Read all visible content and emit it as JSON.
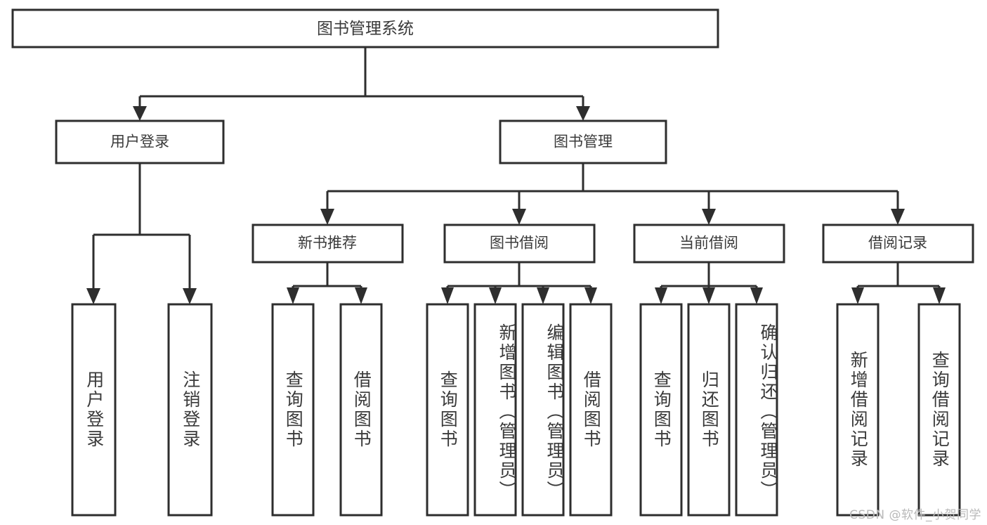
{
  "diagram": {
    "type": "tree",
    "title": "图书管理系统",
    "watermark": "CSDN @软件_小贺同学",
    "style": {
      "box_fill": "#ffffff",
      "box_stroke": "#2e2e2e",
      "text_color": "#3a3a3a",
      "background": "#ffffff",
      "watermark_color": "#b9b9b9"
    },
    "levels": {
      "root": {
        "label": "图书管理系统"
      },
      "level1": [
        {
          "id": "user-login",
          "label": "用户登录"
        },
        {
          "id": "book-management",
          "label": "图书管理"
        }
      ],
      "level2": [
        {
          "id": "new-book-recommend",
          "label": "新书推荐",
          "parent": "book-management"
        },
        {
          "id": "book-borrow",
          "label": "图书借阅",
          "parent": "book-management"
        },
        {
          "id": "current-borrow",
          "label": "当前借阅",
          "parent": "book-management"
        },
        {
          "id": "borrow-record",
          "label": "借阅记录",
          "parent": "book-management"
        }
      ],
      "leaves": [
        {
          "id": "leaf-user-login",
          "label": "用户登录",
          "parent": "user-login"
        },
        {
          "id": "leaf-logout",
          "label": "注销登录",
          "parent": "user-login"
        },
        {
          "id": "leaf-query-book-1",
          "label": "查询图书",
          "parent": "new-book-recommend"
        },
        {
          "id": "leaf-borrow-book-1",
          "label": "借阅图书",
          "parent": "new-book-recommend"
        },
        {
          "id": "leaf-query-book-2",
          "label": "查询图书",
          "parent": "book-borrow"
        },
        {
          "id": "leaf-add-book",
          "label": "新增图书（管理员）",
          "parent": "book-borrow"
        },
        {
          "id": "leaf-edit-book",
          "label": "编辑图书（管理员）",
          "parent": "book-borrow"
        },
        {
          "id": "leaf-borrow-book-2",
          "label": "借阅图书",
          "parent": "book-borrow"
        },
        {
          "id": "leaf-query-book-3",
          "label": "查询图书",
          "parent": "current-borrow"
        },
        {
          "id": "leaf-return-book",
          "label": "归还图书",
          "parent": "current-borrow"
        },
        {
          "id": "leaf-confirm-return",
          "label": "确认归还（管理员）",
          "parent": "current-borrow"
        },
        {
          "id": "leaf-add-record",
          "label": "新增借阅记录",
          "parent": "borrow-record"
        },
        {
          "id": "leaf-query-record",
          "label": "查询借阅记录",
          "parent": "borrow-record"
        }
      ]
    }
  }
}
